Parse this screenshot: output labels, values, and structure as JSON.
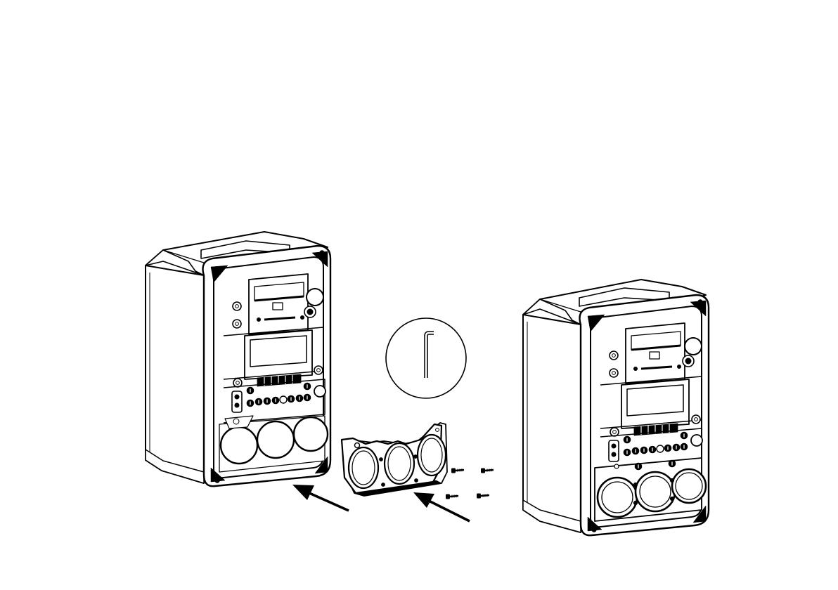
{
  "figure": {
    "description_text": "",
    "colors": {
      "line": "#000000",
      "background": "#ffffff",
      "fill": "#ffffff",
      "shade": "#f2f2f2"
    },
    "icons": [
      "allen-key-icon",
      "screw-icon",
      "arrow-icon"
    ],
    "parts": [
      "karaoke-unit-left",
      "front-grille-panel",
      "screws",
      "allen-key-callout",
      "karaoke-unit-right"
    ]
  }
}
